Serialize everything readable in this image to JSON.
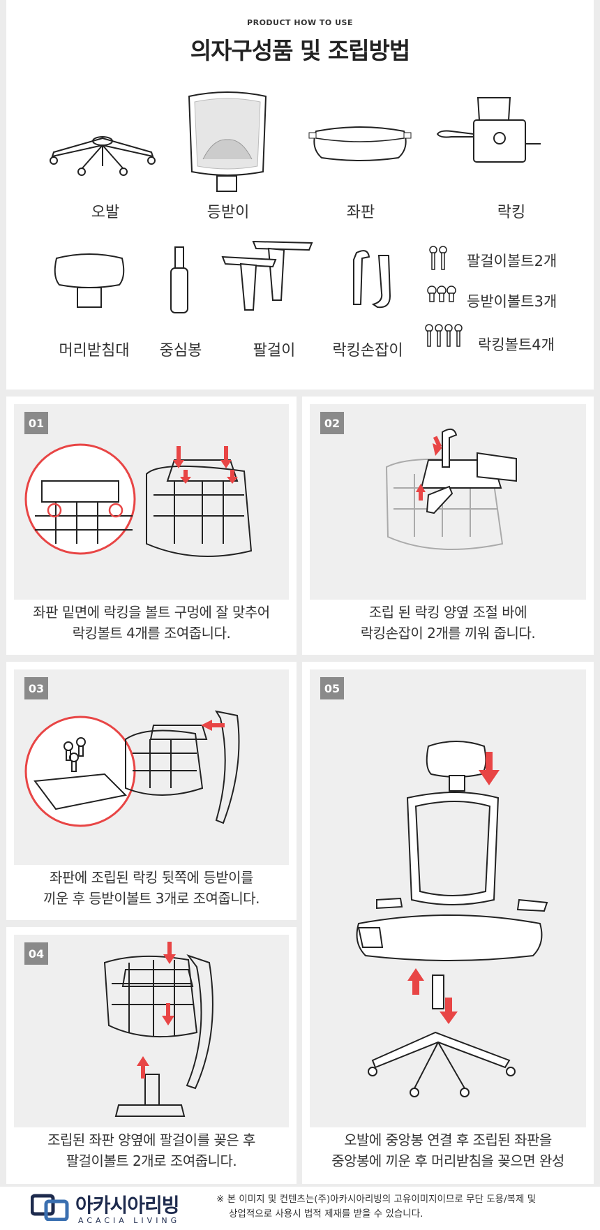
{
  "header": {
    "kicker": "PRODUCT HOW TO USE",
    "title": "의자구성품 및 조립방법"
  },
  "parts": {
    "row1": [
      "오발",
      "등받이",
      "좌판",
      "락킹"
    ],
    "row2": [
      "머리받침대",
      "중심봉",
      "팔걸이",
      "락킹손잡이"
    ],
    "bolts": [
      "팔걸이볼트2개",
      "등받이볼트3개",
      "락킹볼트4개"
    ]
  },
  "steps": [
    {
      "num": "01",
      "caption_line1": "좌판 밑면에 락킹을 볼트 구멍에 잘 맞추어",
      "caption_line2": "락킹볼트 4개를 조여줍니다."
    },
    {
      "num": "02",
      "caption_line1": "조립 된 락킹 양옆 조절 바에",
      "caption_line2": "락킹손잡이 2개를 끼워 줍니다."
    },
    {
      "num": "03",
      "caption_line1": "좌판에 조립된 락킹 뒷쪽에 등받이를",
      "caption_line2": "끼운 후 등받이볼트 3개로 조여줍니다."
    },
    {
      "num": "04",
      "caption_line1": "조립된 좌판 양옆에 팔걸이를 꽂은 후",
      "caption_line2": "팔걸이볼트 2개로 조여줍니다."
    },
    {
      "num": "05",
      "caption_line1": "오발에 중앙봉 연결 후 조립된 좌판을",
      "caption_line2": "중앙봉에 끼운 후 머리받침을 꽂으면 완성"
    }
  ],
  "footer": {
    "brand": "아카시아리빙",
    "brand_en": "ACACIA LIVING",
    "notice_line1": "※ 본 이미지 및 컨텐츠는(주)아카시아리빙의 고유이미지이므로 무단 도용/복제 및",
    "notice_line2": "상업적으로 사용시 법적 제재를 받을 수 있습니다."
  },
  "colors": {
    "accent_red": "#e84545",
    "badge_gray": "#8a8a8a",
    "brand_navy": "#1d2a4d"
  }
}
